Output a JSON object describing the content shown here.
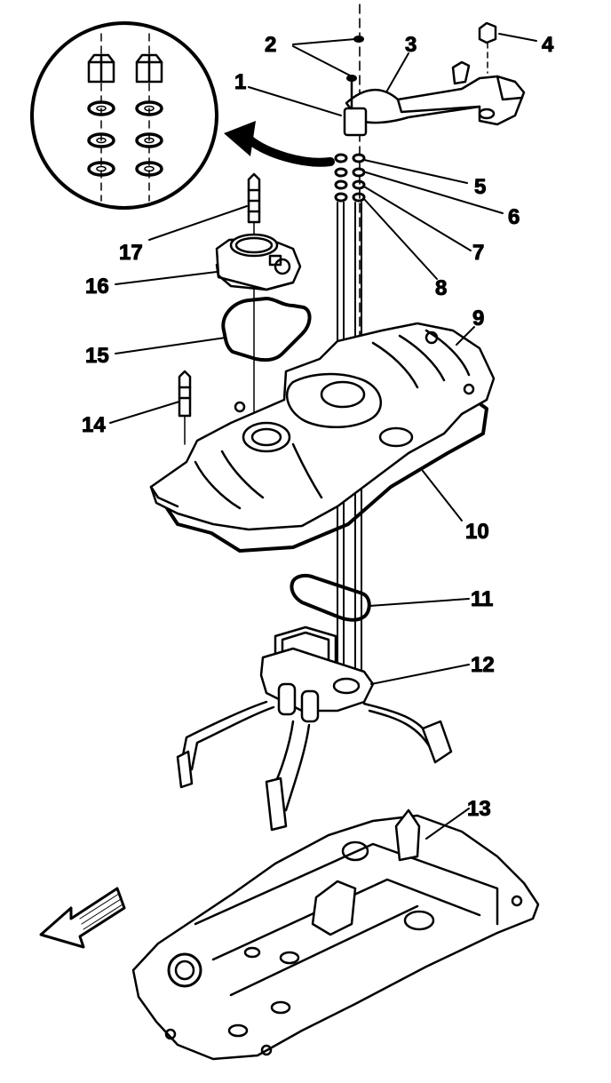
{
  "callouts": {
    "c1": "1",
    "c2": "2",
    "c3": "3",
    "c4": "4",
    "c5": "5",
    "c6": "6",
    "c7": "7",
    "c8": "8",
    "c9": "9",
    "c10": "10",
    "c11": "11",
    "c12": "12",
    "c13": "13",
    "c14": "14",
    "c15": "15",
    "c16": "16",
    "c17": "17"
  },
  "colors": {
    "ink": "#000000",
    "paper": "#ffffff",
    "shade": "#d9d9d9"
  }
}
